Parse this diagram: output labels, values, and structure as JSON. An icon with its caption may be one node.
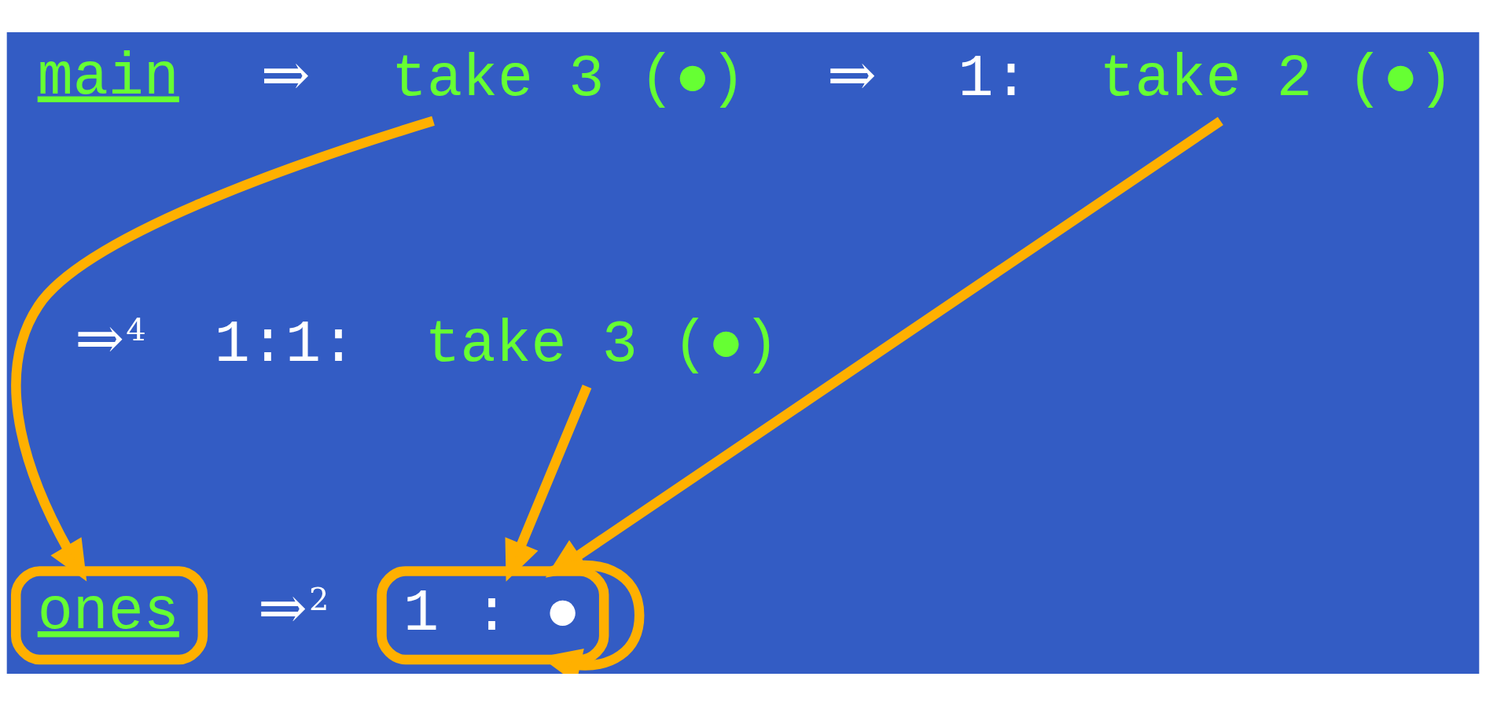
{
  "diagram": {
    "nodes": [
      {
        "text": [
          "take 3 (●)"
        ]
      },
      {
        "text": [
          "take 2 (●)"
        ]
      },
      {
        "text": [
          "take 3 (●)"
        ]
      },
      {
        "text": [
          "ones"
        ]
      },
      {
        "text": [
          "1 : ●"
        ]
      }
    ],
    "edges": [
      {
        "from": 0,
        "to": 3,
        "arrow": "to"
      },
      {
        "from": 1,
        "to": 4,
        "arrow": "to"
      },
      {
        "from": 2,
        "to": 4,
        "arrow": "to"
      },
      {
        "from": 4,
        "to": 4,
        "arrow": "to"
      }
    ],
    "labels": [
      "main",
      "⇒",
      "⇒",
      "1:",
      "⇒$^{4}$",
      "1:1:",
      "⇒$^{2}$"
    ]
  }
}
